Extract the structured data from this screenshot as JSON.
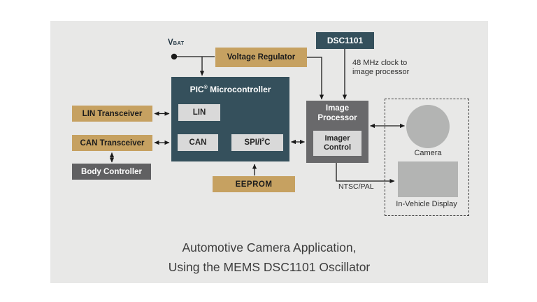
{
  "colors": {
    "panel_bg": "#e8e8e7",
    "tan": "#c6a161",
    "teal": "#35505c",
    "processor_gray": "#69696b",
    "controller_gray": "#606062",
    "inner_box": "#d9d9d9",
    "shape_gray": "#b3b4b3",
    "line": "#1a1a1a",
    "label_text": "#2e2e2e",
    "caption_text": "#3d3d3d"
  },
  "labels": {
    "vbat_main": "V",
    "vbat_sub": "BAT",
    "voltage_regulator": "Voltage Regulator",
    "dsc1101": "DSC1101",
    "clock_note_line1": "48 MHz clock to",
    "clock_note_line2": "image processor",
    "pic_prefix": "PIC",
    "pic_reg": "®",
    "pic_suffix": " Microcontroller",
    "lin": "LIN",
    "can": "CAN",
    "spi_prefix": "SPI/I",
    "spi_sup": "2",
    "spi_suffix": "C",
    "lin_transceiver": "LIN Transceiver",
    "can_transceiver": "CAN Transceiver",
    "body_controller": "Body Controller",
    "eeprom": "EEPROM",
    "image_processor": "Image Processor",
    "imager_control": "Imager Control",
    "camera": "Camera",
    "in_vehicle_display": "In-Vehicle Display",
    "ntsc_pal": "NTSC/PAL"
  },
  "caption": {
    "line1": "Automotive Camera Application,",
    "line2": "Using the MEMS DSC1101 Oscillator"
  }
}
